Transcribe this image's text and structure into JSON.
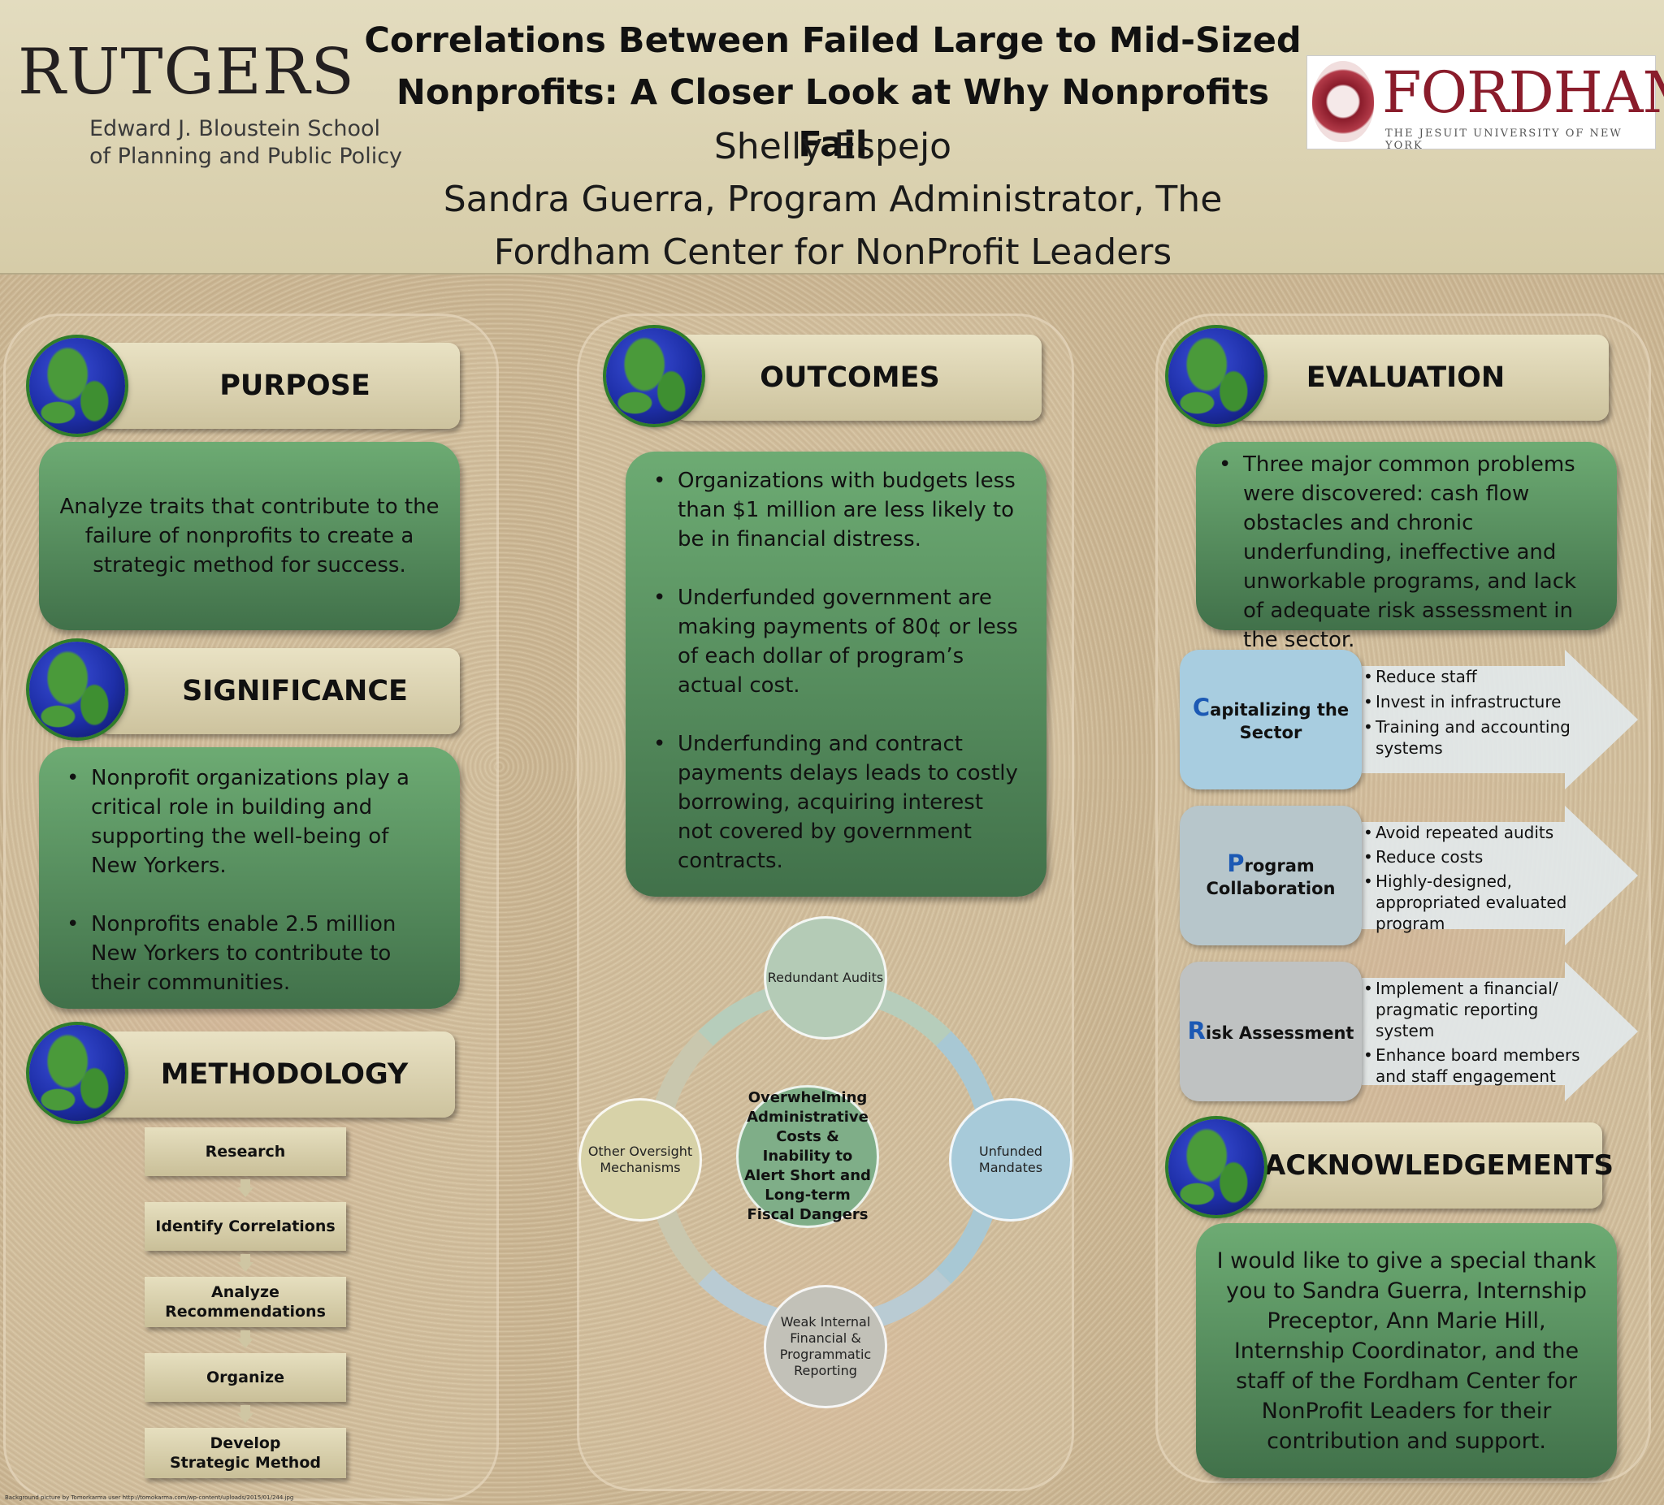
{
  "header": {
    "rutgers_word": "RUTGERS",
    "rutgers_school_line1": "Edward J. Bloustein School",
    "rutgers_school_line2": "of Planning and Public Policy",
    "title_line1": "Correlations Between Failed Large to Mid-Sized",
    "title_line2": "Nonprofits: A Closer Look at Why Nonprofits Fail",
    "author": "Shelly Espejo",
    "advisor_line1": "Sandra Guerra, Program Administrator, The",
    "advisor_line2": "Fordham Center for NonProfit Leaders",
    "fordham_word": "FORDHAM",
    "fordham_tagline": "THE JESUIT UNIVERSITY OF NEW YORK"
  },
  "purpose": {
    "heading": "PURPOSE",
    "text": "Analyze traits that contribute to the failure of nonprofits to create a strategic method for success."
  },
  "significance": {
    "heading": "SIGNIFICANCE",
    "bullets": [
      "Nonprofit organizations play a critical role in building and supporting the well-being of New Yorkers.",
      "Nonprofits enable 2.5 million New Yorkers to contribute to their communities."
    ]
  },
  "methodology": {
    "heading": "METHODOLOGY",
    "steps": [
      "Research",
      "Identify Correlations",
      "Analyze Recommendations",
      "Organize",
      "Develop Strategic Method"
    ]
  },
  "outcomes": {
    "heading": "OUTCOMES",
    "bullets": [
      "Organizations with budgets less than $1 million are less likely to be in financial distress.",
      "Underfunded government are making payments of 80¢ or less of each dollar of program’s actual cost.",
      "Underfunding and contract payments delays leads to costly borrowing, acquiring interest not covered by government contracts."
    ]
  },
  "cycle": {
    "center": "Overwhelming Administrative Costs & Inability to Alert Short and Long-term Fiscal Dangers",
    "top": "Redundant Audits",
    "right": "Unfunded Mandates",
    "bottom": "Weak Internal Financial & Programmatic Reporting",
    "left": "Other Oversight Mechanisms"
  },
  "evaluation": {
    "heading": "EVALUATION",
    "summary": "Three major common problems were discovered: cash flow obstacles and chronic underfunding, ineffective and unworkable programs, and lack of adequate risk assessment in the sector.",
    "rows": [
      {
        "initial": "C",
        "label_rest": "apitalizing the Sector",
        "items": [
          "Reduce staff",
          "Invest in infrastructure",
          "Training and accounting systems"
        ]
      },
      {
        "initial": "P",
        "label_rest": "rogram Collaboration",
        "items": [
          "Avoid repeated audits",
          "Reduce costs",
          "Highly-designed, appropriated evaluated program"
        ]
      },
      {
        "initial": "R",
        "label_rest": "isk Assessment",
        "items": [
          "Implement a financial/ pragmatic  reporting system",
          "Enhance board members and staff engagement"
        ]
      }
    ]
  },
  "acknowledgements": {
    "heading": "ACKNOWLEDGEMENTS",
    "text": "I would like to give a special thank you to Sandra Guerra, Internship Preceptor, Ann Marie Hill, Internship Coordinator, and the staff of the Fordham Center for NonProfit Leaders for their contribution and support."
  },
  "footnote": "Background picture by Tomorkarma user http://tomokarma.com/wp-content/uploads/2015/01/244.jpg",
  "colors": {
    "header_bg": "#e3dcbf",
    "green_box": "#5a9564",
    "banner": "#ddd5b3",
    "accent_initial": "#1c59b4"
  }
}
